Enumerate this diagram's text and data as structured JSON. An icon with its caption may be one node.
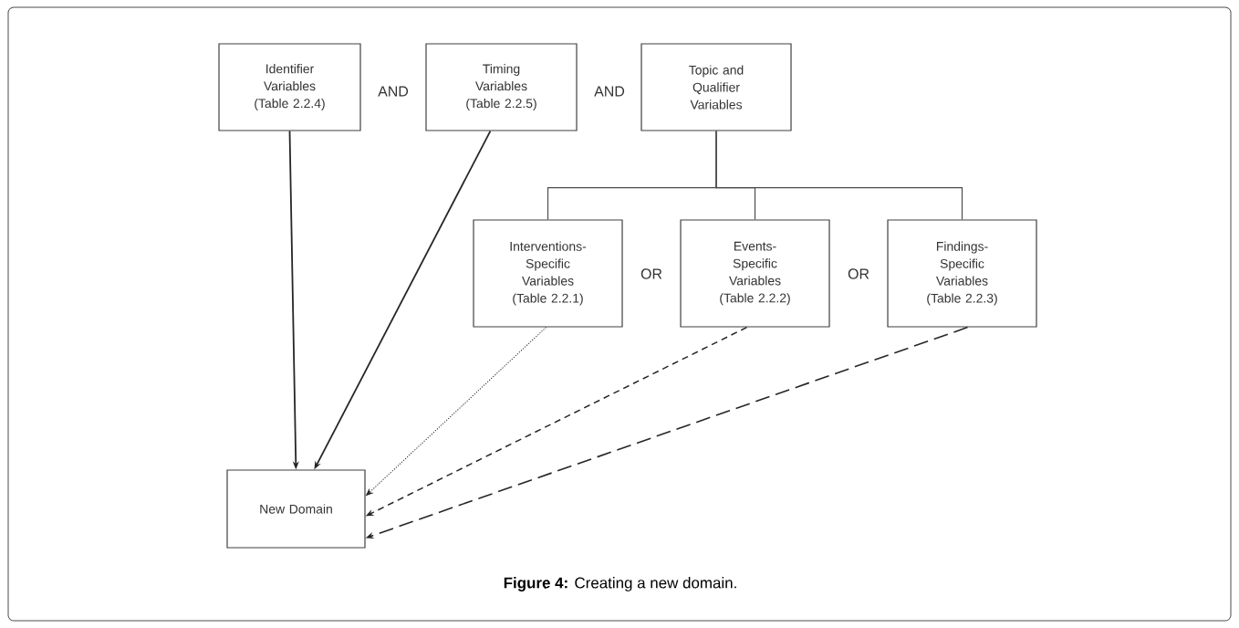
{
  "diagram": {
    "caption": "**Figure 4:** Creating a new domain.",
    "nodes": [
      {
        "text": [
          "Identifier Variables (Table 2.2.4)"
        ]
      },
      {
        "text": [
          "Timing Variables (Table 2.2.5)"
        ]
      },
      {
        "text": [
          "Topic and Qualifier Variables"
        ]
      },
      {
        "text": [
          "Interventions-Specific Variables (Table 2.2.1)"
        ]
      },
      {
        "text": [
          "Events-Specific Variables (Table 2.2.2)"
        ]
      },
      {
        "text": [
          "Findings-Specific Variables (Table 2.2.3)"
        ]
      },
      {
        "text": [
          "New Domain"
        ]
      }
    ],
    "edges": [
      {
        "from": 0,
        "to": 6,
        "arrow": "to"
      },
      {
        "from": 1,
        "to": 6,
        "arrow": "to"
      },
      {
        "from": 2,
        "to": 3,
        "arrow": "none"
      },
      {
        "from": 2,
        "to": 4,
        "arrow": "none"
      },
      {
        "from": 2,
        "to": 5,
        "arrow": "none"
      },
      {
        "from": 3,
        "to": 6,
        "arrow": "to",
        "style": "dashed"
      },
      {
        "from": 4,
        "to": 6,
        "arrow": "to",
        "style": "dashed"
      },
      {
        "from": 5,
        "to": 6,
        "arrow": "to",
        "style": "dashed"
      }
    ],
    "labels": [
      "AND",
      "AND",
      "OR",
      "OR"
    ]
  }
}
